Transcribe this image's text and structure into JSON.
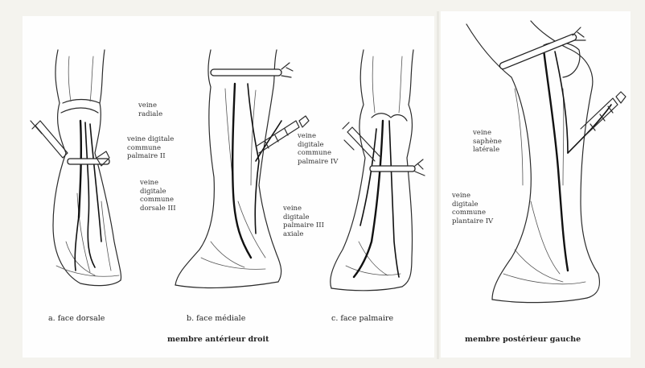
{
  "labels": {
    "a_vein_radial": [
      "veine",
      "radiale"
    ],
    "a_vein_digital_palmar": [
      "veine digitale",
      "commune",
      "palmaire II"
    ],
    "a_vein_digital_dorsal": [
      "veine",
      "digitale",
      "commune",
      "dorsale III"
    ],
    "c_vein_digital_palmar_iv": [
      "veine",
      "digitale",
      "commune",
      "palmaire IV"
    ],
    "b_vein_digital_palmar_iii": [
      "veine",
      "digitale",
      "palmaire III",
      "axiale"
    ],
    "d_vein_saphenous": [
      "veine",
      "saphène",
      "latérale"
    ],
    "d_vein_digital_plantar": [
      "veine",
      "digitale",
      "commune",
      "plantaire IV"
    ]
  },
  "captions": {
    "a": "a. face dorsale",
    "b": "b. face médiale",
    "c": "c. face palmaire",
    "front_group": "membre antérieur droit",
    "back_group": "membre postérieur gauche"
  }
}
